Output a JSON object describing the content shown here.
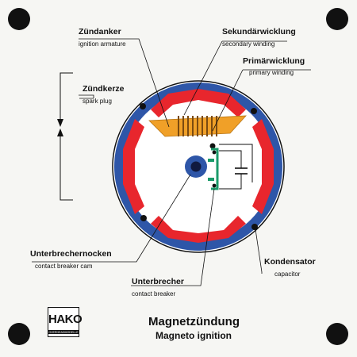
{
  "colors": {
    "red": "#e8262d",
    "blue": "#2e56a8",
    "orange": "#f0a028",
    "coil": "#7a4a10",
    "green": "#1a9a6a",
    "background": "#f6f6f3"
  },
  "labels": {
    "armature_de": "Zündanker",
    "armature_en": "ignition armature",
    "secondary_de": "Sekundärwicklung",
    "secondary_en": "secondary winding",
    "primary_de": "Primärwicklung",
    "primary_en": "primary winding",
    "spark_plug_de": "Zündkerze",
    "spark_plug_en": "spark plug",
    "cam_de": "Unterbrechernocken",
    "cam_en": "contact breaker cam",
    "capacitor_de": "Kondensator",
    "capacitor_en": "capacitor",
    "breaker_de": "Unterbrecher",
    "breaker_en": "contact breaker"
  },
  "title": {
    "de": "Magnetzündung",
    "en": "Magneto ignition"
  },
  "logo": {
    "brand": "HAKO",
    "sub": "OVERHEADMODELLE"
  }
}
